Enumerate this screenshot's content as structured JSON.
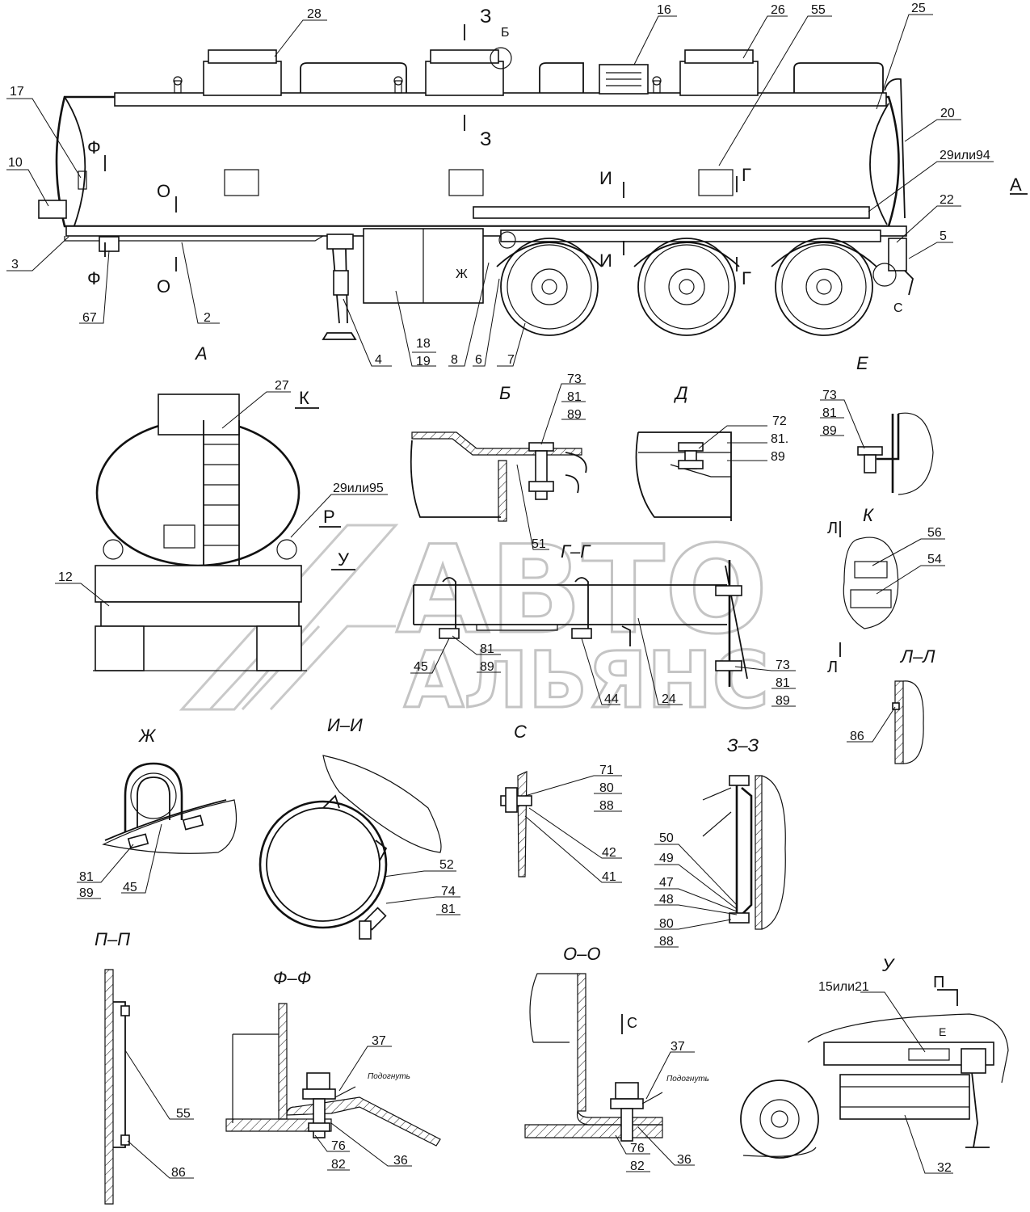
{
  "watermark": {
    "line1": "АВТО",
    "line2": "АЛЬЯНС"
  },
  "callouts": {
    "c28": "28",
    "c16": "16",
    "c26": "26",
    "c55": "55",
    "c25": "25",
    "c20": "20",
    "c29_94": "29или94",
    "c22": "22",
    "c5": "5",
    "c17": "17",
    "c10": "10",
    "c3": "3",
    "c67": "67",
    "c2": "2",
    "c4": "4",
    "c18": "18",
    "c19": "19",
    "c8": "8",
    "c6": "6",
    "c7": "7",
    "c27": "27",
    "c29_95": "29или95",
    "c12": "12",
    "c73a": "73",
    "c81a": "81",
    "c89a": "89",
    "c51": "51",
    "c72": "72",
    "c81b": "81.",
    "c89b": "89",
    "c73c": "73",
    "c81c": "81",
    "c89c": "89",
    "c56": "56",
    "c54": "54",
    "c45a": "45",
    "c81d": "81",
    "c89d": "89",
    "c44": "44",
    "c24": "24",
    "c73e": "73",
    "c81e": "81",
    "c89e": "89",
    "c86a": "86",
    "c81f": "81",
    "c89f": "89",
    "c45b": "45",
    "c52": "52",
    "c74": "74",
    "c81g": "81",
    "c71": "71",
    "c80a": "80",
    "c88a": "88",
    "c42": "42",
    "c41": "41",
    "c50": "50",
    "c49": "49",
    "c47": "47",
    "c48": "48",
    "c80b": "80",
    "c88b": "88",
    "c55b": "55",
    "c86b": "86",
    "c37a": "37",
    "c76a": "76",
    "c82a": "82",
    "c36a": "36",
    "c37b": "37",
    "c76b": "76",
    "c82b": "82",
    "c36b": "36",
    "c15_21": "15или21",
    "c32": "32"
  },
  "section_marks": {
    "z_top": "З",
    "z_bot": "З",
    "b_mark": "Б",
    "f_top": "Ф",
    "f_bot": "Ф",
    "o_top": "О",
    "o_bot": "О",
    "i_top": "И",
    "i_bot": "И",
    "g_top": "Г",
    "g_bot": "Г",
    "zh_mark": "Ж",
    "c_mark": "С",
    "a_arrow": "А",
    "k_arrow": "К",
    "r_arrow": "Р",
    "u_arrow": "У",
    "l_top": "Л",
    "l_bot": "Л",
    "p_mark": "П",
    "c_mark2": "С",
    "e_mark": "Е"
  },
  "view_titles": {
    "view_a": "А",
    "view_b": "Б",
    "view_d": "Д",
    "view_e": "Е",
    "view_k": "К",
    "sec_gg": "Г–Г",
    "sec_ll": "Л–Л",
    "view_zh": "Ж",
    "sec_ii": "И–И",
    "view_c": "С",
    "sec_zz": "З–З",
    "sec_pp": "П–П",
    "sec_ff": "Ф–Ф",
    "sec_oo": "О–О",
    "view_u": "У"
  },
  "notes": {
    "adjust1": "Подогнуть",
    "adjust2": "Подогнуть"
  }
}
